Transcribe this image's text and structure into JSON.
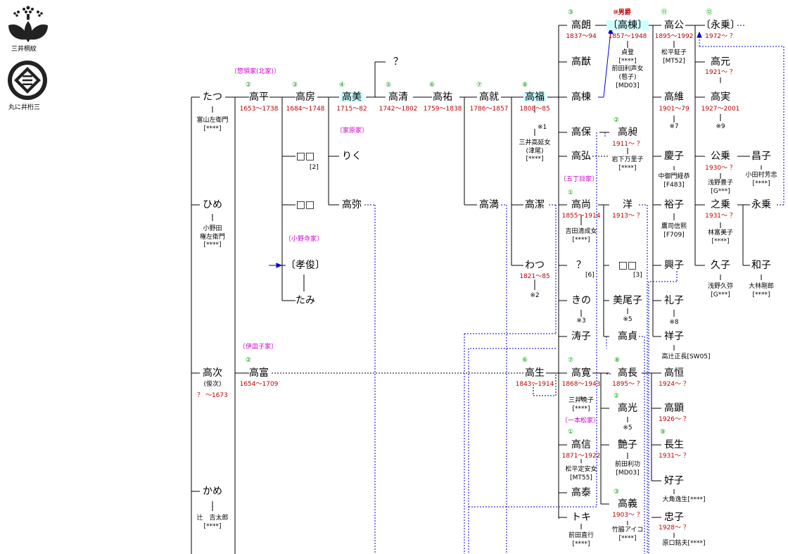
{
  "crests": [
    {
      "caption": "三井桐紋",
      "icon": "paulownia-crest-icon"
    },
    {
      "caption": "丸に井桁三",
      "icon": "igeta-mitsu-crest-icon"
    }
  ],
  "houses": {
    "kitake": "〔惣領家(北家)〕",
    "shinmachi": "〔家原家〕",
    "onodera": "〔小野寺家〕",
    "isarago": "〔伊皿子家〕",
    "gochome": "〔五丁目家〕",
    "ipponmatsu": "〔一本松家〕"
  },
  "gens": {
    "g2a": "②",
    "g3a": "③",
    "g4": "④",
    "g5": "⑤",
    "g6": "⑥",
    "g7": "⑦",
    "g8": "⑧",
    "g3b": "③",
    "g10": "⑩男爵",
    "g11": "⑪",
    "g12": "⑫",
    "g2b": "②",
    "g1a": "①",
    "g2c": "②",
    "g6b": "⑥",
    "g7b": "⑦",
    "g8b": "⑧",
    "g1b": "①",
    "g2d": "②",
    "g3c": "③",
    "g9": "⑨"
  },
  "persons": {
    "tatsu": {
      "name": "たつ",
      "spouse": "富山左衛門\n[****]"
    },
    "hime": {
      "name": "ひめ",
      "spouse": "小野田\n権左衛門\n[****]"
    },
    "takatsugu": {
      "name": "高次",
      "alias": "(俊次)",
      "years": "？ ～1673"
    },
    "kame": {
      "name": "かめ",
      "spouse": "辻　吉太郎\n[****]"
    },
    "takahira": {
      "name": "高平",
      "years": "1653～1738"
    },
    "takatomi": {
      "name": "高富",
      "years": "1654～1709"
    },
    "takafusa": {
      "name": "高房",
      "years": "1684～1748"
    },
    "unk1": {
      "name": "□□",
      "note": "[2]"
    },
    "unk2": {
      "name": "□□"
    },
    "takatoshi": {
      "name": "〔孝俊〕"
    },
    "tami": {
      "name": "たみ"
    },
    "takaharu": {
      "name": "高美",
      "years": "1715～82"
    },
    "riku": {
      "name": "りく"
    },
    "takaya": {
      "name": "高弥"
    },
    "takakiyo": {
      "name": "高清",
      "years": "1742～1802"
    },
    "takahiro": {
      "name": "高祐",
      "years": "1759～1838"
    },
    "question1": {
      "name": "？"
    },
    "takanari": {
      "name": "高就",
      "years": "1786～1857"
    },
    "takamitsu": {
      "name": "高満"
    },
    "takayoshi": {
      "name": "高福",
      "years": "1808～85",
      "note": "※1",
      "spouse": "三井高延女\n(津尾)\n[****]"
    },
    "takakiyo2": {
      "name": "高潔"
    },
    "watsu": {
      "name": "わつ",
      "years": "1821～85",
      "note": "※2"
    },
    "takao": {
      "name": "高生",
      "years": "1843～1914"
    },
    "takaakira": {
      "name": "高朗",
      "years": "1837～94"
    },
    "takayuki": {
      "name": "高猷"
    },
    "takamine": {
      "name": "高棟"
    },
    "takayasu": {
      "name": "高保"
    },
    "takahiro2": {
      "name": "高弘"
    },
    "takahisa": {
      "name": "高尚",
      "years": "1855～1914",
      "spouse": "吉田清成女\n[****]"
    },
    "question2": {
      "name": "？",
      "note": "[6]"
    },
    "kino": {
      "name": "きの",
      "note": "※3"
    },
    "toshiko": {
      "name": "涛子"
    },
    "takahiro3": {
      "name": "高寛",
      "years": "1868～1943",
      "spouse": "三井晩子\n[****]"
    },
    "takanobu": {
      "name": "高信",
      "years": "1871～1922",
      "spouse": "松平定安女\n[MT55]"
    },
    "takayasu2": {
      "name": "高泰"
    },
    "toki": {
      "name": "トキ",
      "spouse": "前田直行\n[****]"
    },
    "takamine2": {
      "name": "〔高棟〕",
      "years": "1857～1948",
      "spouse": "貞登\n[****]\n前田利声女\n(苞子)\n[MD03]"
    },
    "takatsune": {
      "name": "高昶",
      "years": "1911～ ？",
      "spouse": "岩下万里子\n[****]"
    },
    "hiroshi": {
      "name": "洋",
      "years": "1913～ ？"
    },
    "unk3": {
      "name": "□□",
      "note": "[3]"
    },
    "mioko": {
      "name": "美尾子",
      "note": "※5"
    },
    "takasada": {
      "name": "高貞"
    },
    "takanaga": {
      "name": "高長",
      "years": "1895～ ？"
    },
    "takamitsu2": {
      "name": "高光",
      "note": "※5"
    },
    "tsuyako": {
      "name": "艶子",
      "spouse": "前田利功\n[MD03]"
    },
    "takayoshi2": {
      "name": "高義",
      "years": "1903～ ？",
      "spouse": "竹脇アイコ\n[****]"
    },
    "takakimi": {
      "name": "高公",
      "years": "1895～1992",
      "spouse": "松平鉦子\n[MT52]"
    },
    "takatsuna": {
      "name": "高維",
      "years": "1901～79",
      "note": "※7"
    },
    "keiko": {
      "name": "慶子",
      "spouse": "中御門経恭\n[F483]"
    },
    "hiroko": {
      "name": "裕子",
      "spouse": "鷹司信熙\n[F709]"
    },
    "okiko": {
      "name": "興子"
    },
    "reiko": {
      "name": "礼子",
      "note": "※8"
    },
    "shoko": {
      "name": "祥子",
      "spouse": "高辻正長[SW05]"
    },
    "takahisa2": {
      "name": "高恒",
      "years": "1924～ ？"
    },
    "takaaki": {
      "name": "高顕",
      "years": "1926～ ？"
    },
    "choo": {
      "name": "長生",
      "years": "1931～ ？"
    },
    "yoshiko": {
      "name": "好子",
      "spouse": "大角逸生[****]"
    },
    "tadako": {
      "name": "忠子",
      "years": "1928～ ？",
      "spouse": "原口銘夫[****]"
    },
    "nagamori": {
      "name": "〔永乗〕",
      "years": "1972～ ？"
    },
    "takamoto": {
      "name": "高元",
      "years": "1921～ ？"
    },
    "takazane": {
      "name": "高実",
      "years": "1927～2001",
      "note": "※9"
    },
    "kimimori": {
      "name": "公乗",
      "years": "1930～ ？",
      "spouse": "浅野豊子\n[G***]"
    },
    "yukinori": {
      "name": "之乗",
      "years": "1931～ ？",
      "spouse": "林富美子\n[****]"
    },
    "hisako": {
      "name": "久子",
      "spouse": "浅野久弥\n[G***]"
    },
    "masako": {
      "name": "昌子",
      "spouse": "小田村芳忠\n[****]"
    },
    "nagamori2": {
      "name": "永乗"
    },
    "kazuko": {
      "name": "和子",
      "spouse": "大林剛郎\n[****]"
    }
  }
}
